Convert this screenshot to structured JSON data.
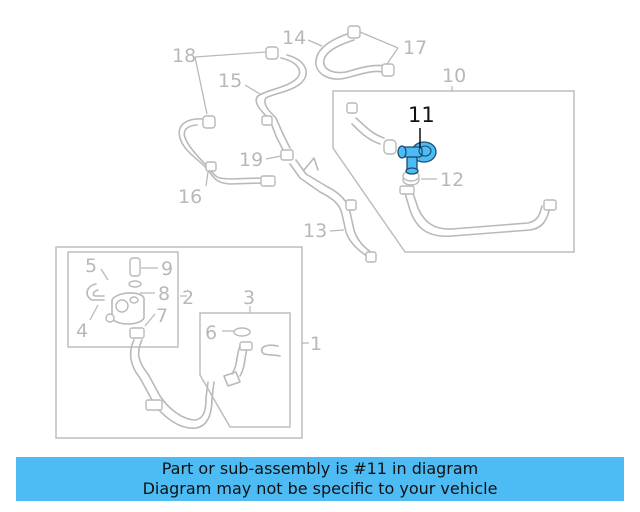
{
  "callouts": {
    "c1": "1",
    "c2": "2",
    "c3": "3",
    "c4": "4",
    "c5": "5",
    "c6": "6",
    "c7": "7",
    "c8": "8",
    "c9": "9",
    "c10": "10",
    "c11": "11",
    "c12": "12",
    "c13": "13",
    "c14": "14",
    "c15": "15",
    "c16": "16",
    "c17": "17",
    "c18": "18",
    "c19": "19"
  },
  "highlight": {
    "part_number": "11",
    "color": "#4dbcf5"
  },
  "banner": {
    "line1": "Part or sub-assembly is #11 in diagram",
    "line2": "Diagram may not be specific to your vehicle",
    "background": "#4dbcf5"
  }
}
